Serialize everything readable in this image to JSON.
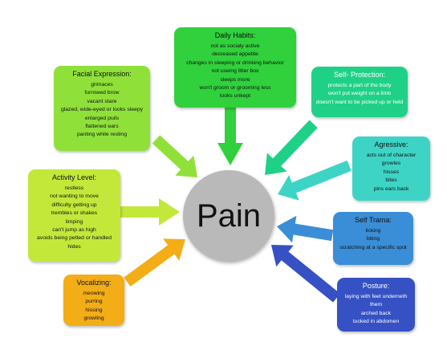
{
  "center": {
    "label": "Pain",
    "color": "#b9b9b9"
  },
  "categories": {
    "daily_habits": {
      "title": "Daily Habits:",
      "color": "#30d13c",
      "items": [
        "not as socialy active",
        "decreased appetite",
        "changes in sleeping or drinking behavior",
        "not useing litter box",
        "sleeps more",
        "won't groom or grooming less",
        "looks unkept"
      ]
    },
    "facial_expression": {
      "title": "Facial Expression:",
      "color": "#8fe13a",
      "items": [
        "grimaces",
        "furrowed brow",
        "vacant stare",
        "glazed, wide-eyed or looks sleepy",
        "enlarged puils",
        "flattened ears",
        "panting while resting"
      ]
    },
    "self_protection": {
      "title": "Self- Protection:",
      "color": "#1fd187",
      "items": [
        "protects a part of the body",
        "won't put weight on a limb",
        "doesn't want to be picked up or held"
      ]
    },
    "aggressive": {
      "title": "Agressive:",
      "color": "#3dd4c6",
      "items": [
        "acts out of character",
        "growles",
        "hisses",
        "bites",
        "pins ears back"
      ]
    },
    "activity_level": {
      "title": "Activity Level:",
      "color": "#c3e83a",
      "items": [
        "restless",
        "not wanting to move",
        "difficulty getting up",
        "trembles or shakes",
        "limping",
        "can't jump as high",
        "avoids being petted or handled",
        "hides"
      ]
    },
    "self_trauma": {
      "title": "Self Trama:",
      "color": "#3a8ed8",
      "items": [
        "licking",
        "biting",
        "scratching at a specific spot"
      ]
    },
    "posture": {
      "title": "Posture:",
      "color": "#3551c4",
      "items": [
        "laying with feet underneth them",
        "arched back",
        "tucked in abdomen"
      ]
    },
    "vocalizing": {
      "title": "Vocalizing:",
      "color": "#f3ad17",
      "items": [
        "meowing",
        "purring",
        "hissing",
        "growling"
      ]
    }
  }
}
